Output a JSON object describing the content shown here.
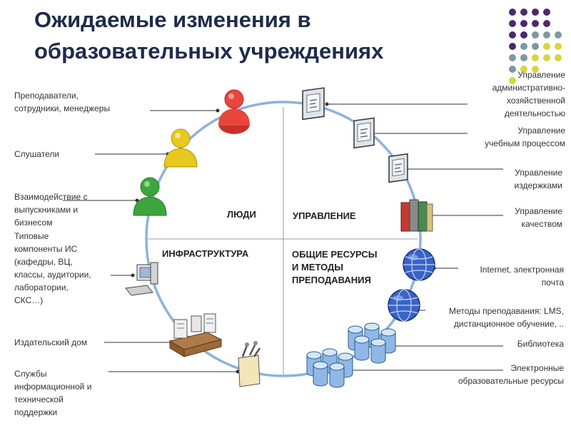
{
  "title": {
    "line1": "Ожидаемые изменения в",
    "line2": "образовательных учреждениях"
  },
  "quadrants": {
    "people": "ЛЮДИ",
    "management": "УПРАВЛЕНИЕ",
    "infrastructure": "ИНФРАСТРУКТУРА",
    "resources": [
      "ОБЩИЕ РЕСУРСЫ",
      "И МЕТОДЫ",
      "ПРЕПОДАВАНИЯ"
    ]
  },
  "left_labels": {
    "teachers": [
      "Преподаватели,",
      "сотрудники, менеджеры"
    ],
    "students": [
      "Слушатели"
    ],
    "alumni": [
      "Взаимодействие с",
      "выпускниками и",
      "бизнесом"
    ],
    "components": [
      "Типовые",
      "компоненты ИС",
      "(кафедры, ВЦ,",
      "классы, аудитории,",
      "лаборатории,",
      "СКС…)"
    ],
    "publishing": [
      "Издательский дом"
    ],
    "support": [
      "Службы",
      "информационной и",
      "технической",
      "поддержки"
    ]
  },
  "right_labels": {
    "admin": [
      "Управление",
      "административно-",
      "хозяйственной",
      "деятельностью"
    ],
    "education": [
      "Управление",
      "учебным процессом"
    ],
    "costs": [
      "Управление",
      "издержками"
    ],
    "quality": [
      "Управление",
      "качеством"
    ],
    "internet": [
      "Internet, электронная",
      "почта"
    ],
    "methods": [
      "Методы преподавания: LMS,",
      "дистанционное обучение, .."
    ],
    "library": [
      "Библиотека"
    ],
    "eresources": [
      "Электронные",
      "образовательные ресурсы"
    ]
  },
  "colors": {
    "circle": "#8eb2dc",
    "title": "#1f2b4b",
    "person_red": "#e8463c",
    "person_yellow": "#e6c81e",
    "person_green": "#3ca63c",
    "globe": "#3a63c8",
    "cylinder": "#8fb8e6",
    "dot_purple": "#4a2a6e",
    "dot_teal": "#7a9aa0",
    "dot_yellow": "#d6d640"
  },
  "icons": [
    "person-icon",
    "monitor-icon",
    "books-icon",
    "globe-icon",
    "database-icon",
    "computer-icon",
    "office-icon",
    "tools-icon"
  ]
}
